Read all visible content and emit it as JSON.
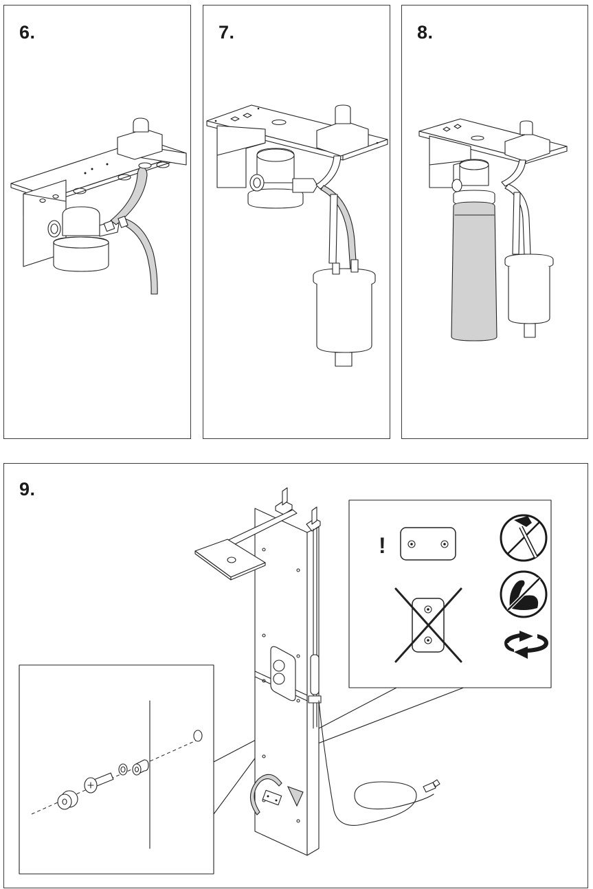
{
  "document": {
    "type": "installation-instructions",
    "steps": [
      {
        "number": "6.",
        "illustration": "filter-housing-with-inlet-hose-mounted-on-bracket"
      },
      {
        "number": "7.",
        "illustration": "second-filter-canister-connected-via-hoses"
      },
      {
        "number": "8.",
        "illustration": "filter-cartridge-installed-gray-cylinder"
      },
      {
        "number": "9.",
        "illustration": "shower-panel-mounting-with-detail-callouts"
      }
    ]
  },
  "step9": {
    "screw_detail_callout": {
      "parts": [
        "cap",
        "screw",
        "washer",
        "spacer",
        "wall-hole"
      ]
    },
    "bracket_callout": {
      "warning_symbol": "!",
      "correct_orientation": "horizontal",
      "incorrect_orientation": "vertical",
      "prohibited_icons": [
        "no-pipe-wrench",
        "no-excessive-force"
      ],
      "rotate_icon": "rotate-arrows"
    },
    "rotation_direction": "clockwise"
  },
  "colors": {
    "line": "#222222",
    "frame": "#3a3a3a",
    "hose_fill": "#d4d4d4",
    "cartridge_fill": "#d2d2d2",
    "background": "#ffffff"
  }
}
